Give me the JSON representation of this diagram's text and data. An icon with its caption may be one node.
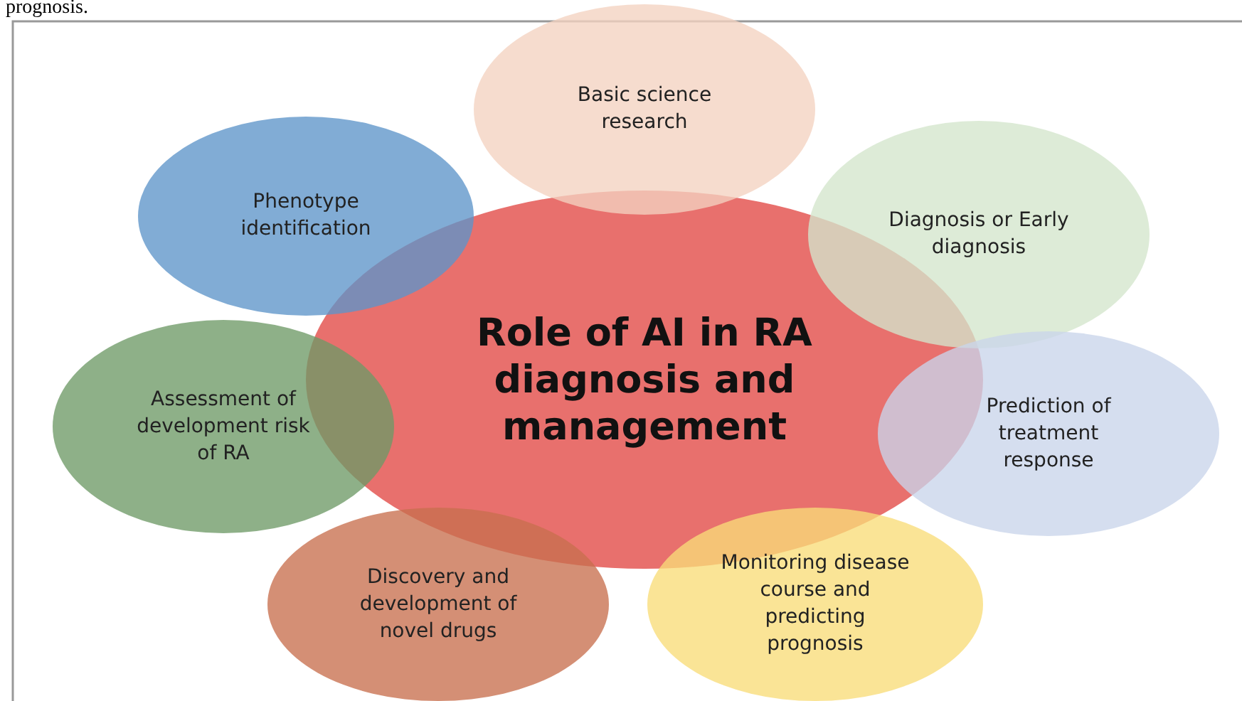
{
  "diagram": {
    "nodes": [
      {
        "text": [
          "Role of AI in RA diagnosis and management"
        ]
      },
      {
        "text": [
          "Basic science research"
        ]
      },
      {
        "text": [
          "Diagnosis or Early diagnosis"
        ]
      },
      {
        "text": [
          "Prediction of treatment response"
        ]
      },
      {
        "text": [
          "Monitoring disease course and predicting prognosis"
        ]
      },
      {
        "text": [
          "Discovery and development of novel drugs"
        ]
      },
      {
        "text": [
          "Assessment of development risk of RA"
        ]
      },
      {
        "text": [
          "Phenotype identification"
        ]
      }
    ],
    "labels": [
      "prognosis."
    ]
  }
}
